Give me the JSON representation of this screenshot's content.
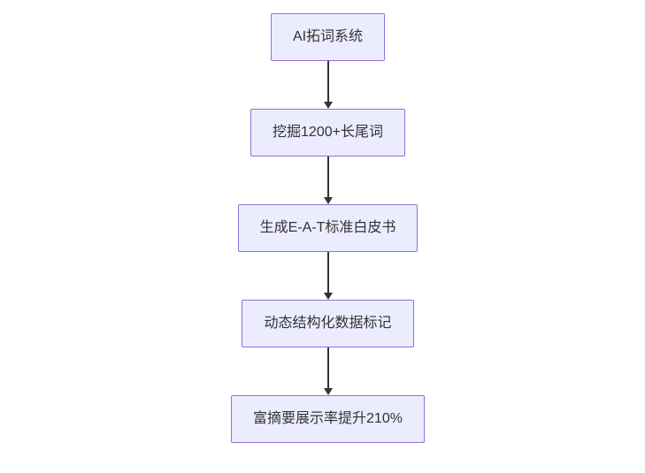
{
  "diagram": {
    "type": "flowchart",
    "direction": "top-to-bottom",
    "colors": {
      "background": "#FFFFFF",
      "node_fill": "#ECECFF",
      "node_border": "#9370DB",
      "text": "#333333",
      "arrow": "#333333"
    },
    "nodes": [
      {
        "id": "n1",
        "label": "AI拓词系统"
      },
      {
        "id": "n2",
        "label": "挖掘1200+长尾词"
      },
      {
        "id": "n3",
        "label": "生成E-A-T标准白皮书"
      },
      {
        "id": "n4",
        "label": "动态结构化数据标记"
      },
      {
        "id": "n5",
        "label": "富摘要展示率提升210%"
      }
    ],
    "edges": [
      {
        "from": "n1",
        "to": "n2"
      },
      {
        "from": "n2",
        "to": "n3"
      },
      {
        "from": "n3",
        "to": "n4"
      },
      {
        "from": "n4",
        "to": "n5"
      }
    ]
  }
}
